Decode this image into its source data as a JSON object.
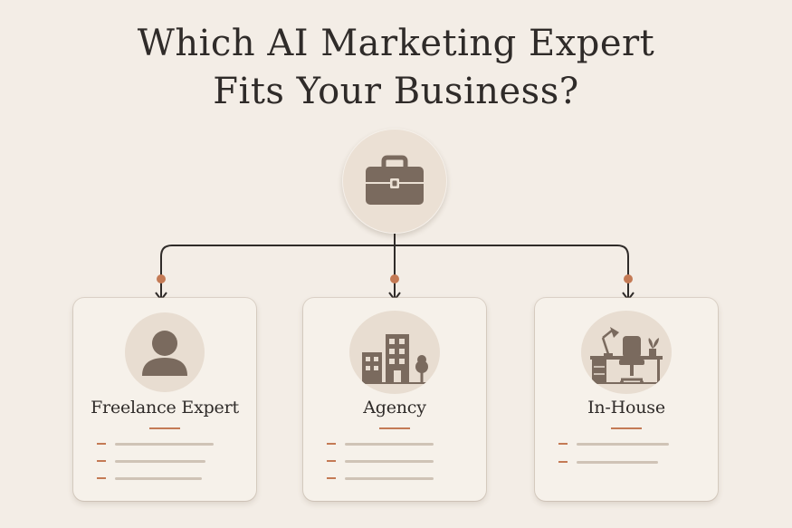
{
  "title": {
    "line1": "Which AI Marketing Expert",
    "line2": "Fits Your Business?"
  },
  "root": {
    "icon": "briefcase-icon"
  },
  "options": [
    {
      "label": "Freelance Expert",
      "icon": "person-icon",
      "list_rows": 3
    },
    {
      "label": "Agency",
      "icon": "office-buildings-icon",
      "list_rows": 3
    },
    {
      "label": "In-House",
      "icon": "home-office-desk-icon",
      "list_rows": 2
    }
  ],
  "colors": {
    "background": "#f3ede6",
    "accent": "#c47a55",
    "icon": "#7a6a5e",
    "text": "#2f2b29"
  }
}
